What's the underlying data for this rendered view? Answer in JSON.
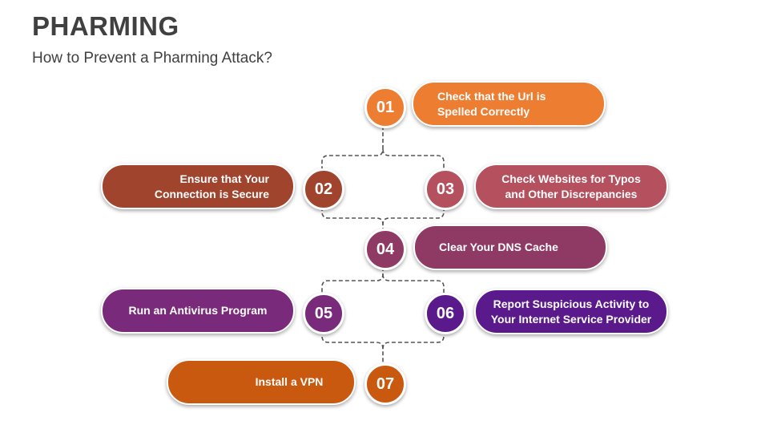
{
  "header": {
    "title": "PHARMING",
    "subtitle": "How to Prevent a Pharming Attack?"
  },
  "steps": [
    {
      "number": "01",
      "text": "Check that the Url is Spelled Correctly",
      "color": "#ED7D31"
    },
    {
      "number": "02",
      "text": "Ensure that Your Connection is Secure",
      "color": "#A0442E"
    },
    {
      "number": "03",
      "text": "Check Websites for Typos and Other Discrepancies",
      "color": "#B5505F"
    },
    {
      "number": "04",
      "text": "Clear Your DNS Cache",
      "color": "#8E3A64"
    },
    {
      "number": "05",
      "text": "Run an Antivirus Program",
      "color": "#7A2A7A"
    },
    {
      "number": "06",
      "text": "Report Suspicious Activity to Your Internet Service Provider",
      "color": "#5B1A8C"
    },
    {
      "number": "07",
      "text": "Install a VPN",
      "color": "#C9590F"
    }
  ]
}
